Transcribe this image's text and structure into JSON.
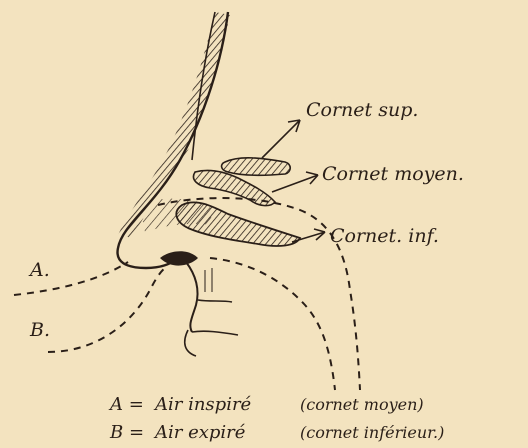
{
  "diagram": {
    "labels": {
      "cornet_sup": "Cornet sup.",
      "cornet_moyen": "Cornet moyen.",
      "cornet_inf": "Cornet. inf.",
      "path_a": "A.",
      "path_b": "B."
    },
    "legend": {
      "a_key": "A =",
      "a_text": "Air inspiré",
      "a_note": "(cornet moyen)",
      "b_key": "B =",
      "b_text": "Air expiré",
      "b_note": "(cornet inférieur.)"
    }
  },
  "colors": {
    "paper": "#f3e3bf",
    "ink": "#2a1f18"
  }
}
